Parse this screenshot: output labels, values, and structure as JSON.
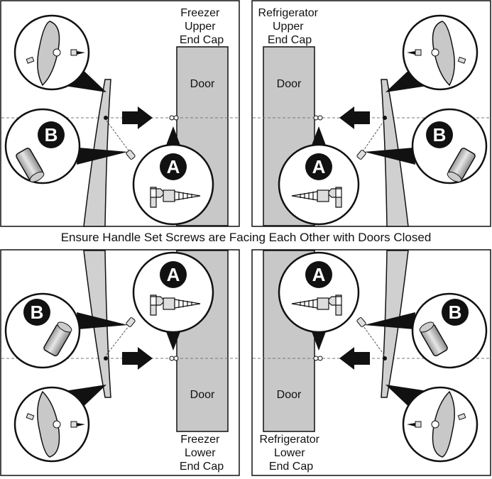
{
  "caption": "Ensure Handle Set Screws are Facing Each Other with Doors Closed",
  "panels": {
    "top_left": {
      "end_cap_lines": [
        "Freezer",
        "Upper",
        "End Cap"
      ],
      "door_label": "Door",
      "callout_a": "A",
      "callout_b": "B"
    },
    "top_right": {
      "end_cap_lines": [
        "Refrigerator",
        "Upper",
        "End Cap"
      ],
      "door_label": "Door",
      "callout_a": "A",
      "callout_b": "B"
    },
    "bottom_left": {
      "end_cap_lines": [
        "Freezer",
        "Lower",
        "End Cap"
      ],
      "door_label": "Door",
      "callout_a": "A",
      "callout_b": "B"
    },
    "bottom_right": {
      "end_cap_lines": [
        "Refrigerator",
        "Lower",
        "End Cap"
      ],
      "door_label": "Door",
      "callout_a": "A",
      "callout_b": "B"
    }
  },
  "colors": {
    "door_fill": "#c8c8c8",
    "handle_fill": "#d0d0d0",
    "outline": "#111111",
    "badge": "#111111",
    "dashed": "#777777"
  }
}
